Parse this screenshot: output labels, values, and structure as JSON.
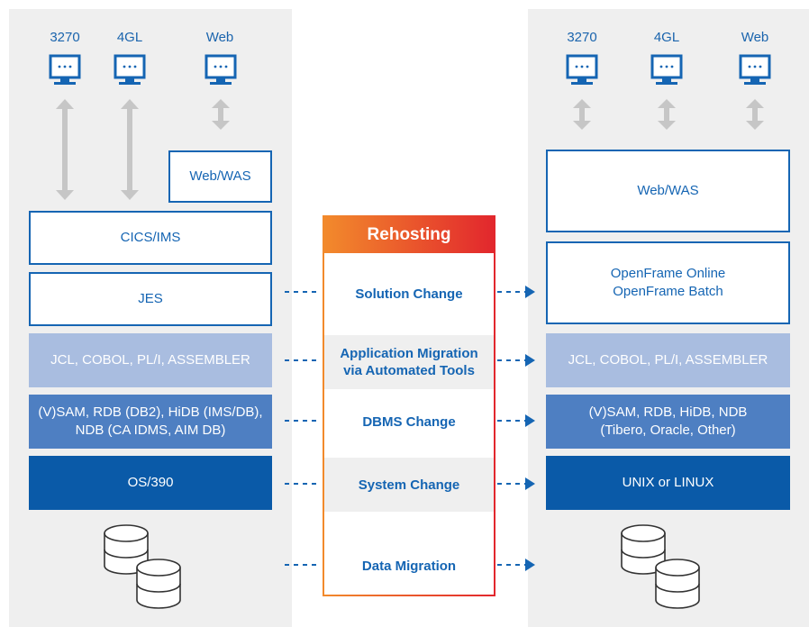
{
  "left": {
    "terminals": [
      "3270",
      "4GL",
      "Web"
    ],
    "web_was": "Web/WAS",
    "cics": "CICS/IMS",
    "jes": "JES",
    "languages": "JCL, COBOL, PL/I, ASSEMBLER",
    "dbms_line1": "(V)SAM, RDB (DB2), HiDB (IMS/DB),",
    "dbms_line2": "NDB (CA IDMS, AIM DB)",
    "os": "OS/390"
  },
  "right": {
    "terminals": [
      "3270",
      "4GL",
      "Web"
    ],
    "web_was": "Web/WAS",
    "openframe_line1": "OpenFrame Online",
    "openframe_line2": "OpenFrame Batch",
    "languages": "JCL, COBOL, PL/I, ASSEMBLER",
    "dbms_line1": "(V)SAM, RDB, HiDB, NDB",
    "dbms_line2": "(Tibero, Oracle, Other)",
    "os": "UNIX or LINUX"
  },
  "rehosting": {
    "title": "Rehosting",
    "steps": {
      "solution": "Solution Change",
      "app_line1": "Application Migration",
      "app_line2": "via Automated Tools",
      "dbms": "DBMS Change",
      "system": "System Change",
      "data": "Data Migration"
    }
  },
  "colors": {
    "primary_blue": "#1565b3",
    "light_layer": "#a9bde0",
    "mid_layer": "#4e7fc2",
    "dark_layer": "#0a5aa8",
    "accent_orange": "#f28a2c",
    "accent_red": "#e2272d",
    "panel_bg": "#efefef"
  },
  "icons": [
    "monitor-icon",
    "double-arrow-icon",
    "database-icon",
    "dashed-arrow-icon"
  ]
}
